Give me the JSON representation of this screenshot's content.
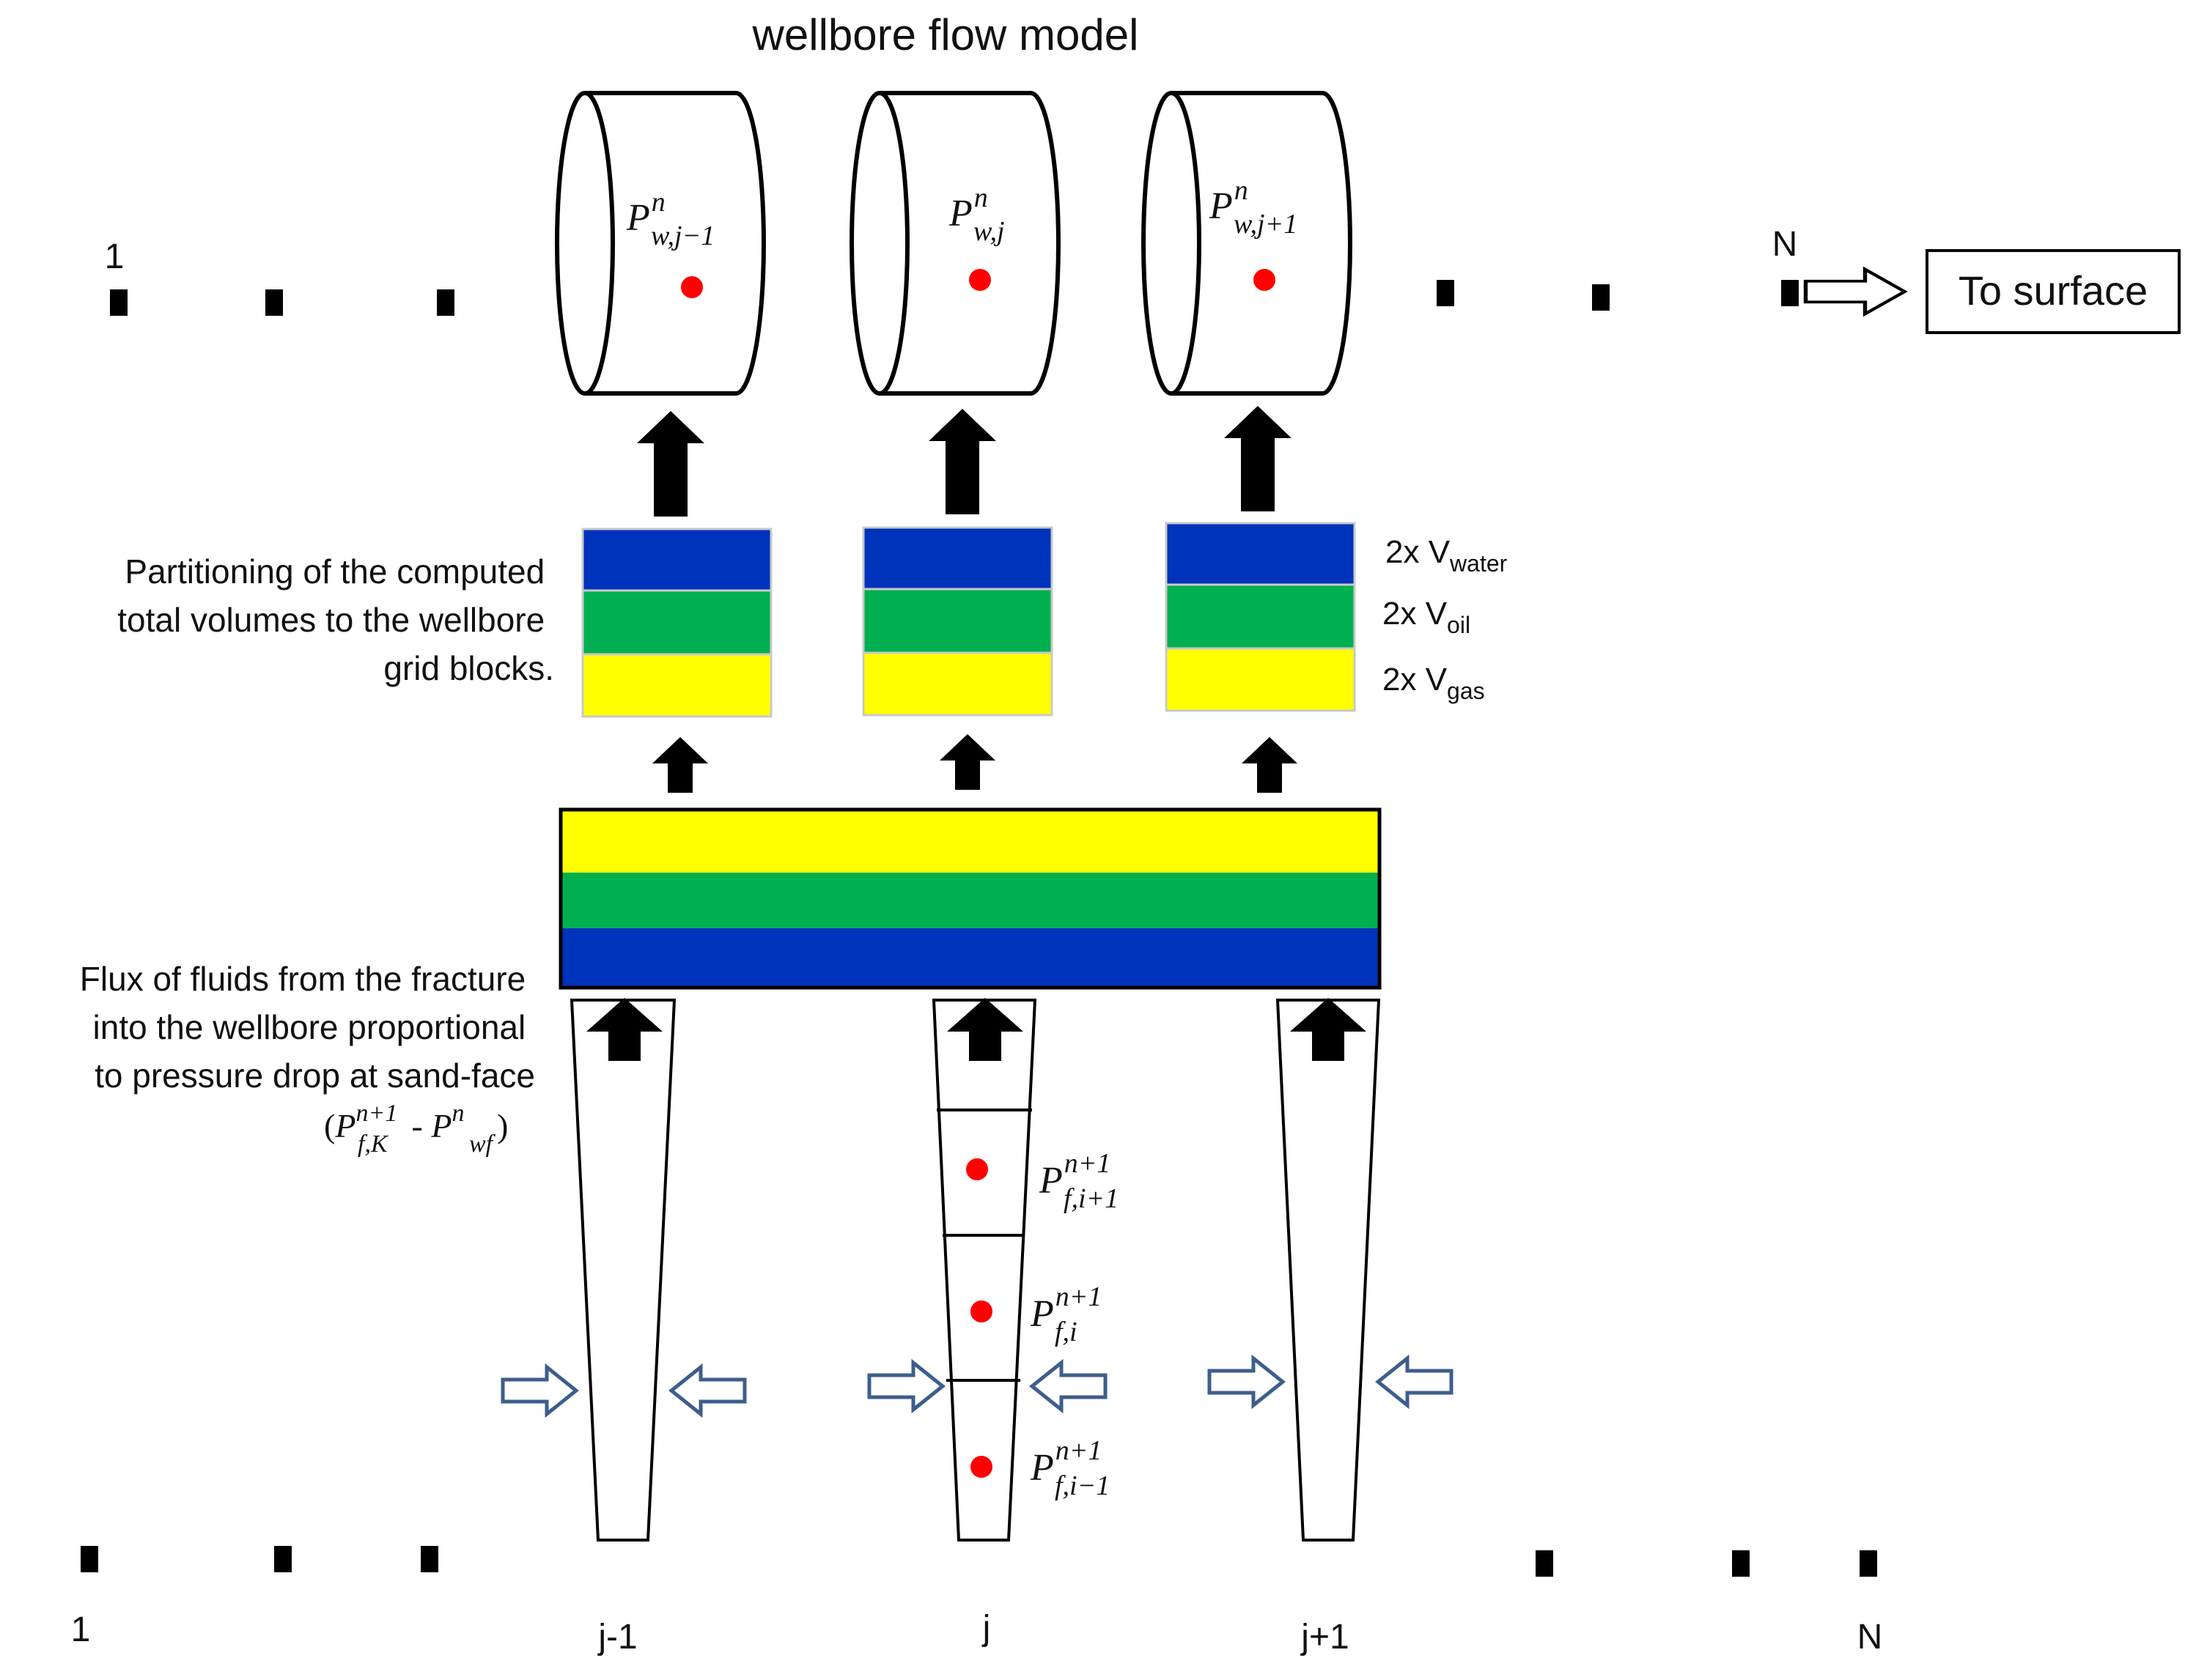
{
  "title": "wellbore flow model",
  "labels": {
    "index_start": "1",
    "index_end": "N",
    "partition_note": [
      "Partitioning of the computed",
      "total volumes to the wellbore",
      "grid blocks."
    ],
    "flux_note": [
      "Flux of fluids from the fracture",
      "into the wellbore proportional",
      "to pressure drop at sand-face"
    ],
    "to_surface": "To surface"
  },
  "wellbore_cells": [
    {
      "var": "P",
      "sup": "n",
      "sub": "w,j−1"
    },
    {
      "var": "P",
      "sup": "n",
      "sub": "w,j"
    },
    {
      "var": "P",
      "sup": "n",
      "sub": "w,j+1"
    }
  ],
  "phase_legend": [
    {
      "prefix": "2x V",
      "sub": "water",
      "color": "#0033bb"
    },
    {
      "prefix": "2x V",
      "sub": "oil",
      "color": "#00b050"
    },
    {
      "prefix": "2x V",
      "sub": "gas",
      "color": "#ffff00"
    }
  ],
  "flux_formula": {
    "open": "(",
    "a_var": "P",
    "a_sup": "n+1",
    "a_sub": "f,K",
    "dash": " - ",
    "b_var": "P",
    "b_sup": "n",
    "b_sub": "wf",
    "close": ")"
  },
  "fracture_cells": [
    {
      "var": "P",
      "sup": "n+1",
      "sub": "f,i+1"
    },
    {
      "var": "P",
      "sup": "n+1",
      "sub": "f,i"
    },
    {
      "var": "P",
      "sup": "n+1",
      "sub": "f,i−1"
    }
  ],
  "fracture_labels": [
    "j-1",
    "j",
    "j+1"
  ],
  "colors": {
    "water": "#0033bb",
    "oil": "#00b050",
    "gas": "#ffff00",
    "dot": "#ff0000",
    "hollow_arrow": "#3d5e8c"
  }
}
